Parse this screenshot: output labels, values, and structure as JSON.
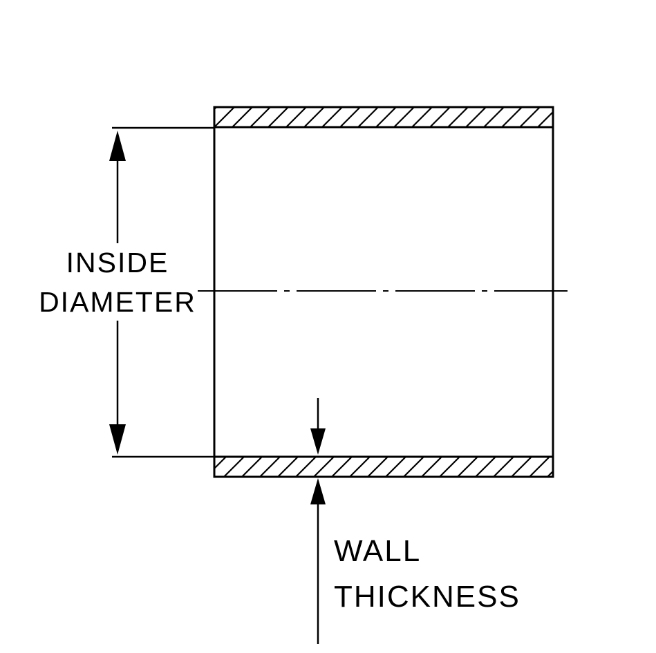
{
  "diagram": {
    "type": "technical-drawing",
    "background": "#ffffff",
    "line_color": "#000000",
    "labels": {
      "inside_diameter": {
        "line1": "INSIDE",
        "line2": "DIAMETER"
      },
      "wall_thickness": {
        "line1": "WALL",
        "line2": "THICKNESS"
      }
    }
  }
}
